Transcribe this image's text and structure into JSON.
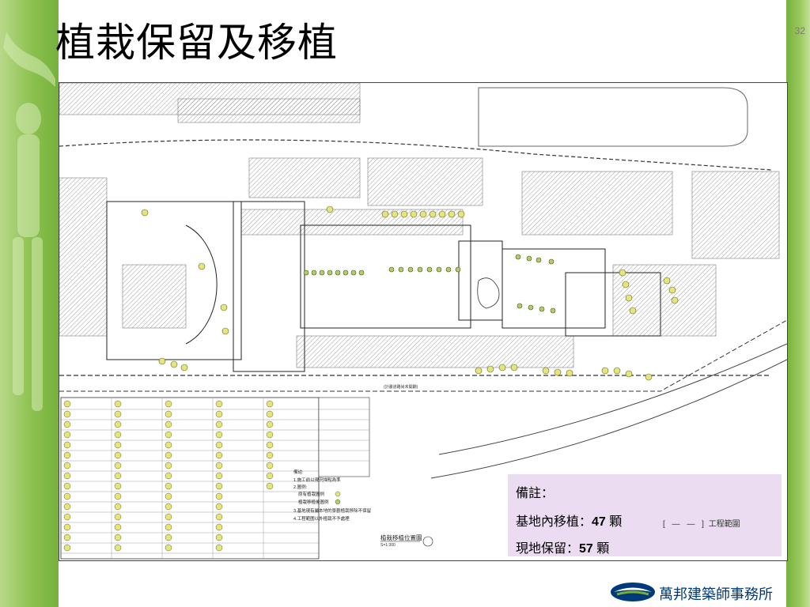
{
  "slide": {
    "title": "植栽保留及移植",
    "page_number": "32"
  },
  "note": {
    "heading": "備註：",
    "line1_label": "基地內移植：",
    "line1_value": "47",
    "line1_unit": " 顆",
    "line2_label": "現地保留：",
    "line2_value": "57",
    "line2_unit": " 顆"
  },
  "legend": {
    "boundary_label": "工程範圍"
  },
  "plan": {
    "caption": "植栽移植位置圖",
    "scale": "S=1:300",
    "street_label": "(計畫道路尚未開闢)",
    "notes_heading": "備註:",
    "notes": [
      "1.施工前以現況描點為準",
      "2.圖例:",
      "原有植栽圖例",
      "植栽移植後圖例",
      "3.基地現有屬本地的景觀植栽移除不保留",
      "4.工程範圍以外植栽不予處理"
    ]
  },
  "brand": {
    "company": "萬邦建築師事務所",
    "accent_color": "#76b13c",
    "logo_color": "#003a7a"
  }
}
